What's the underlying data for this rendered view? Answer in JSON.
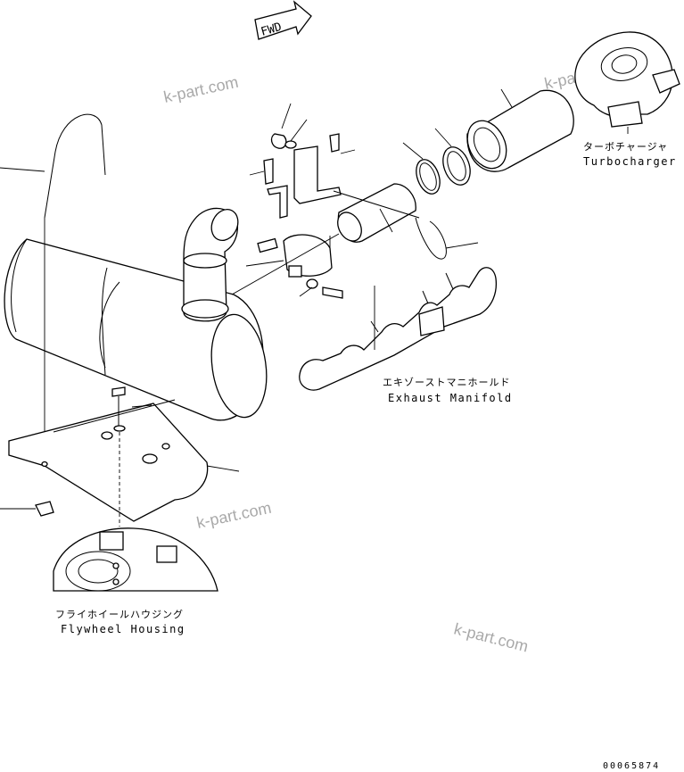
{
  "fwd_arrow": {
    "label": "FWD"
  },
  "watermarks": [
    "k-part.com",
    "k-part.com",
    "k-part.com",
    "k-part.com"
  ],
  "labels": {
    "turbocharger": {
      "ja": "ターボチャージャ",
      "en": "Turbocharger"
    },
    "exhaust_manifold": {
      "ja": "エキゾーストマニホールド",
      "en": "Exhaust Manifold"
    },
    "flywheel_housing": {
      "ja": "フライホイールハウジング",
      "en": "Flywheel Housing"
    }
  },
  "drawing_code": "00065874"
}
